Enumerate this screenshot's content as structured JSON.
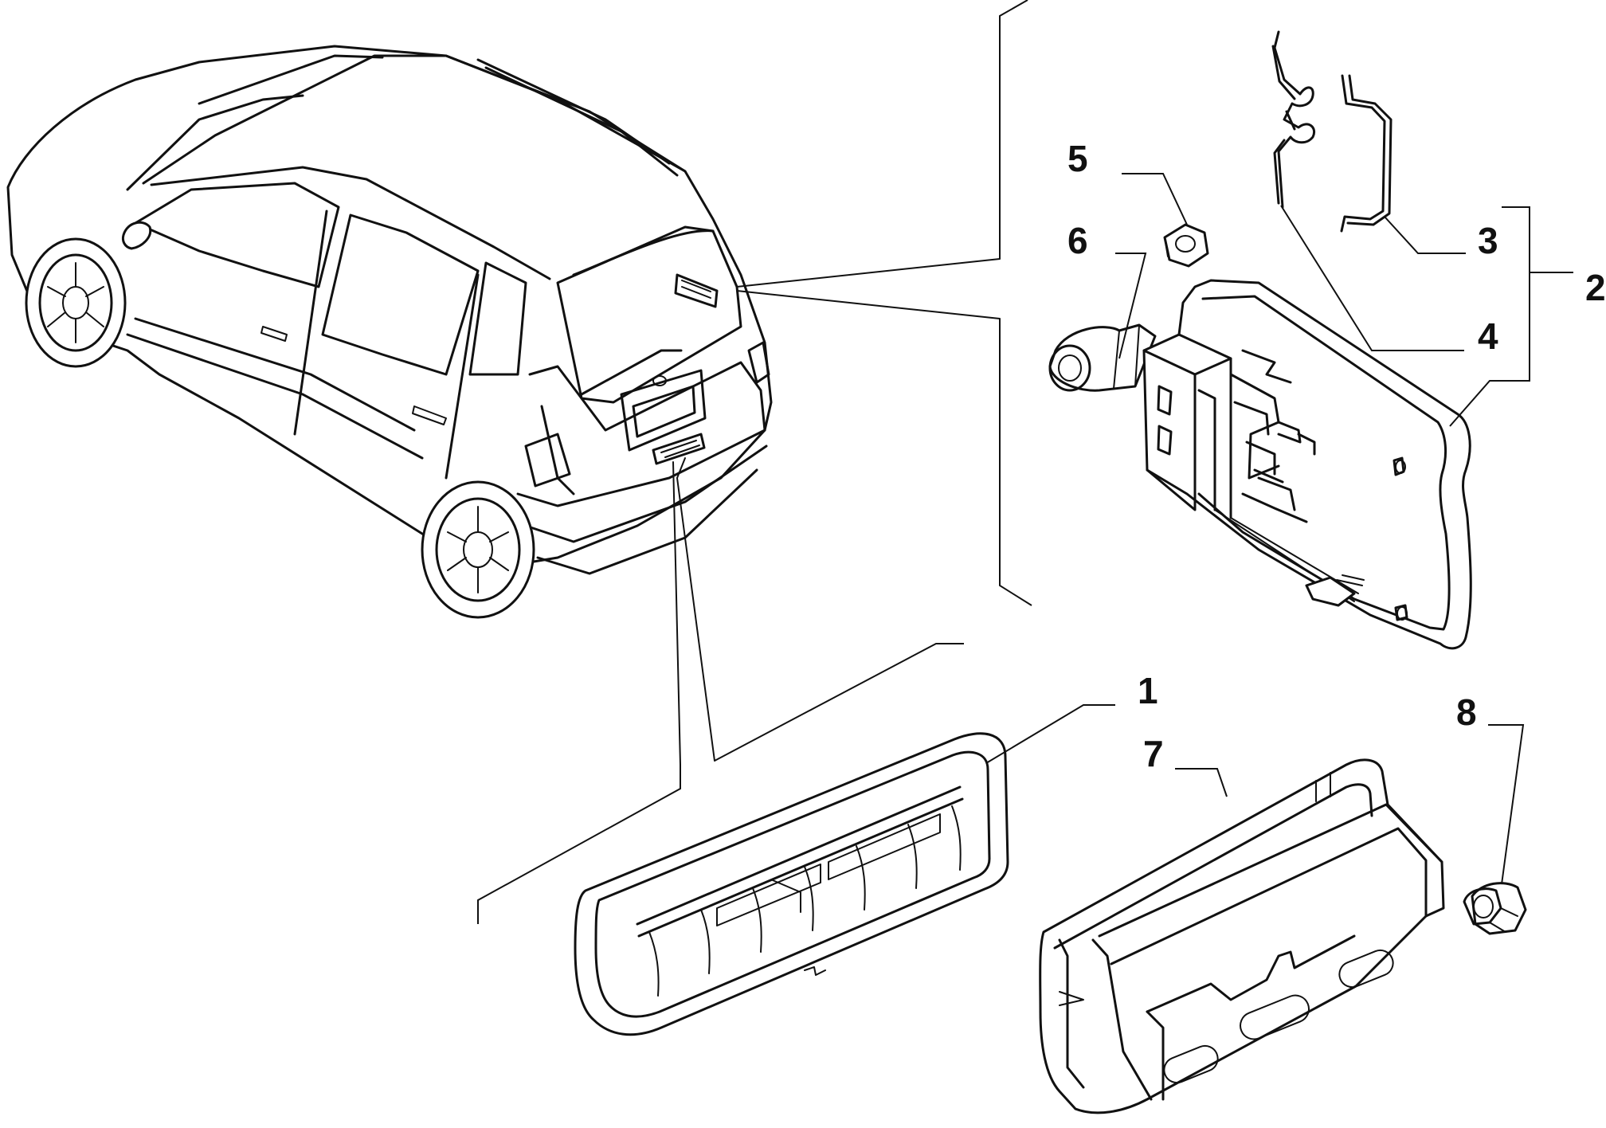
{
  "callouts": {
    "c1": "1",
    "c2": "2",
    "c3": "3",
    "c4": "4",
    "c5": "5",
    "c6": "6",
    "c7": "7",
    "c8": "8"
  },
  "colors": {
    "line": "#111111",
    "background": "#ffffff"
  }
}
